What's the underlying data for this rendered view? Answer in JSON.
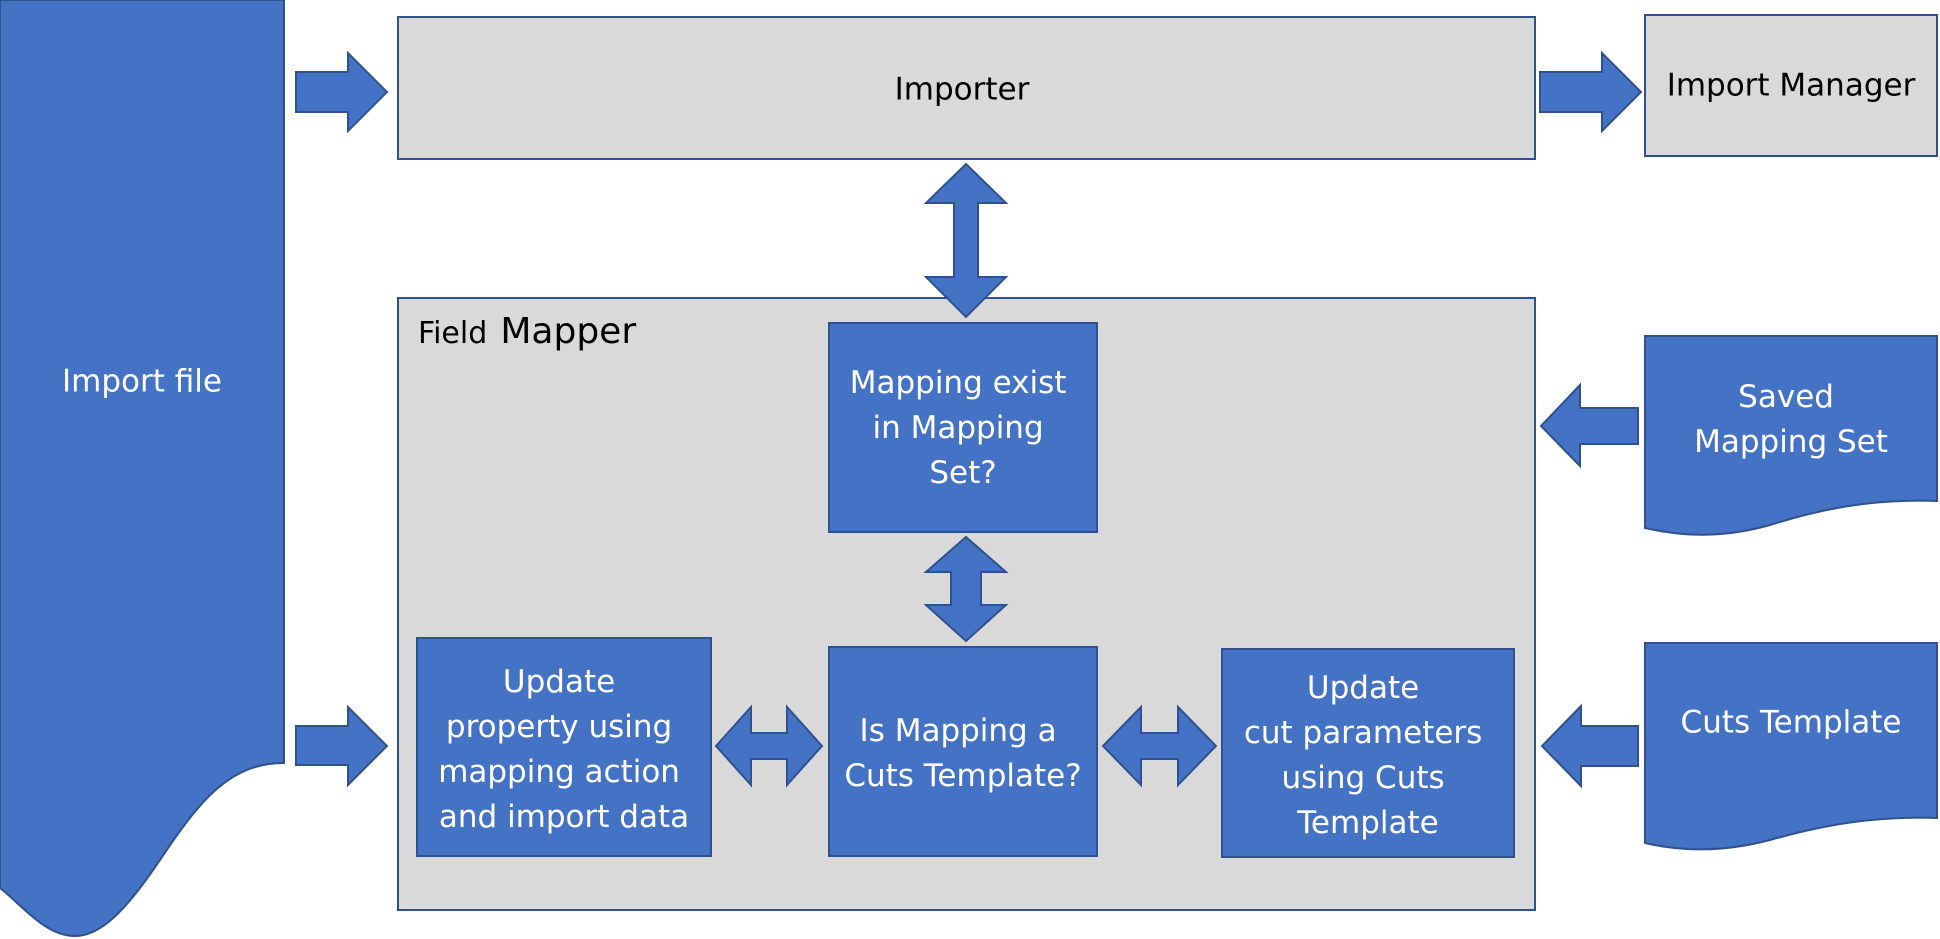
{
  "colors": {
    "blue": "#4472c4",
    "blue_border": "#2f528f",
    "gray": "#d9d9d9",
    "white_text": "#ffffff",
    "dark_text": "#000000"
  },
  "import_file": {
    "label": "Import file"
  },
  "importer": {
    "label": "Importer"
  },
  "import_manager": {
    "label": "Import Manager"
  },
  "field_mapper": {
    "title_small": "Field",
    "title_large": "Mapper"
  },
  "mapping_exist": {
    "lines": [
      "Mapping exist",
      "in Mapping",
      "Set?"
    ]
  },
  "is_cuts_template": {
    "lines": [
      "Is Mapping a",
      "Cuts Template?"
    ]
  },
  "update_property": {
    "lines": [
      "Update",
      "property using",
      "mapping action",
      "and import data"
    ]
  },
  "update_cut_params": {
    "lines": [
      "Update",
      "cut parameters",
      "using Cuts",
      "Template"
    ]
  },
  "saved_mapping_set": {
    "lines": [
      "Saved",
      "Mapping Set"
    ]
  },
  "cuts_template": {
    "lines": [
      "Cuts Template"
    ]
  }
}
